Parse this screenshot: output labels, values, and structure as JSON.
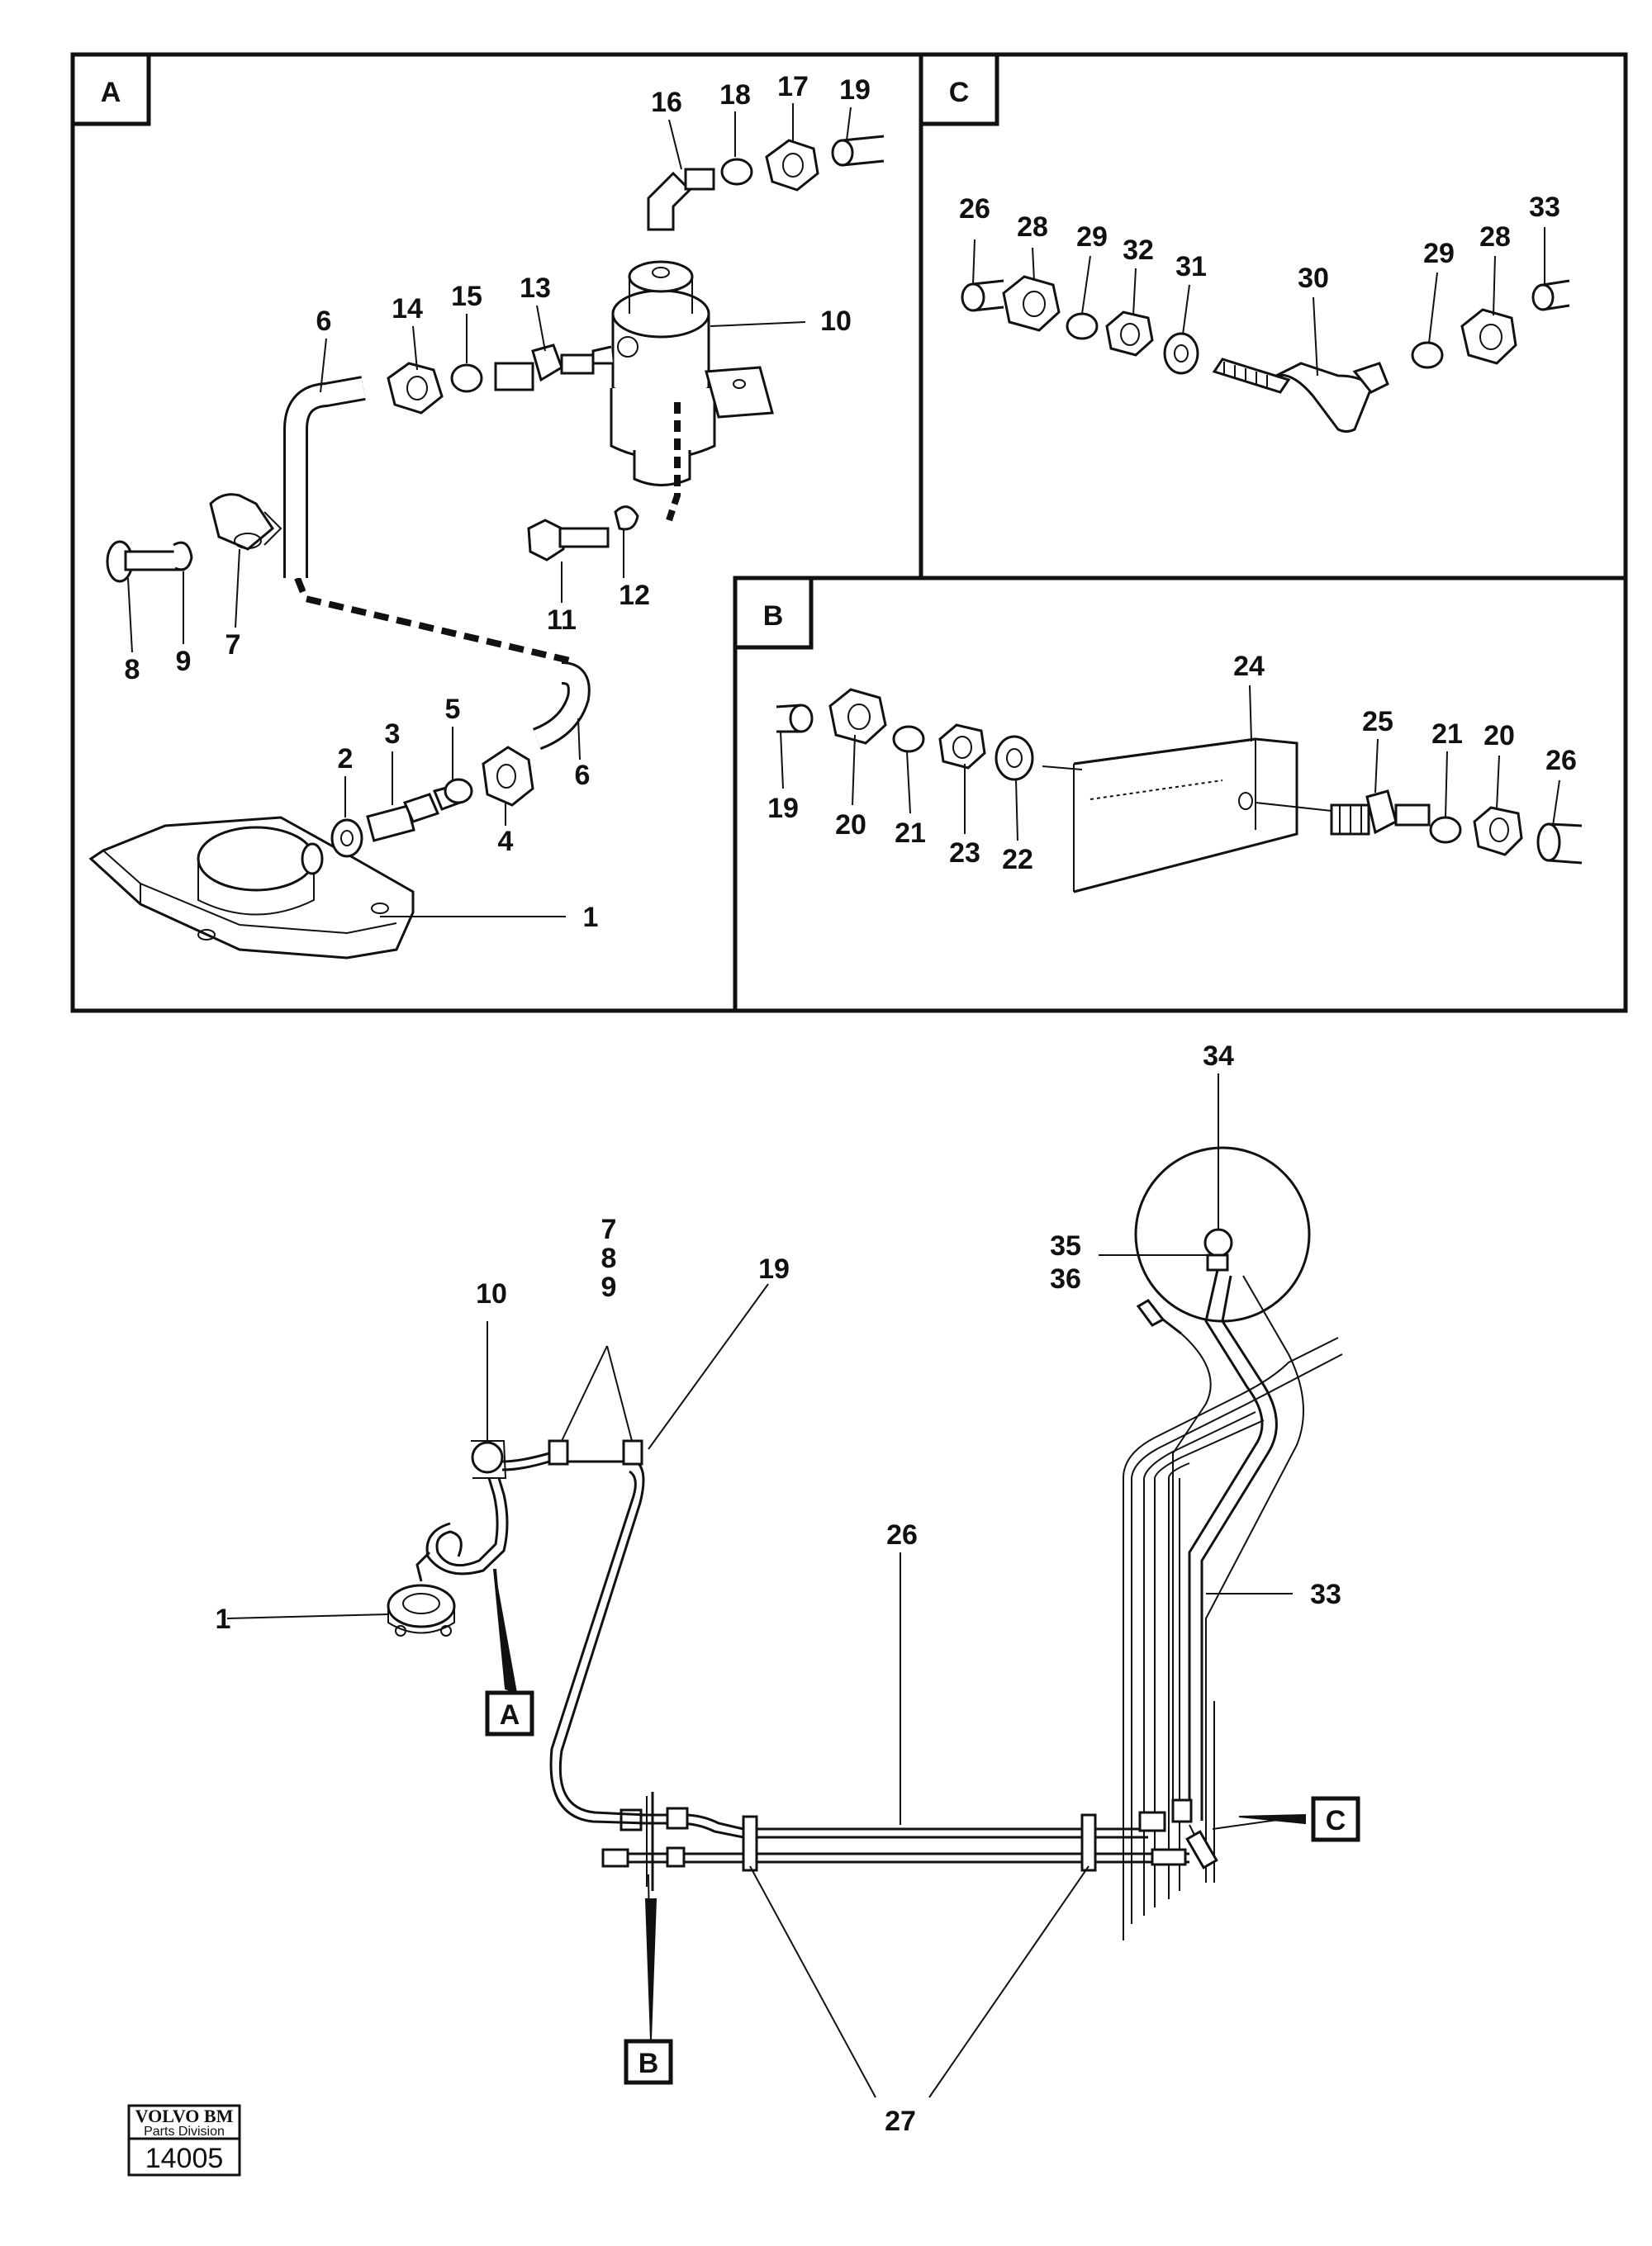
{
  "panels": {
    "a": {
      "letter": "A"
    },
    "b": {
      "letter": "B"
    },
    "c": {
      "letter": "C"
    }
  },
  "callouts": {
    "a": [
      "1",
      "2",
      "3",
      "4",
      "5",
      "6",
      "6",
      "7",
      "8",
      "9",
      "10",
      "11",
      "12",
      "13",
      "14",
      "15",
      "16",
      "17",
      "18",
      "19"
    ],
    "b": [
      "19",
      "20",
      "21",
      "22",
      "23",
      "24",
      "25",
      "21",
      "20",
      "26"
    ],
    "c": [
      "26",
      "28",
      "29",
      "32",
      "31",
      "30",
      "29",
      "28",
      "33"
    ],
    "main": [
      "34",
      "35",
      "36",
      "7",
      "8",
      "9",
      "10",
      "19",
      "26",
      "33",
      "1",
      "27"
    ]
  },
  "section_tags": {
    "a": "A",
    "b": "B",
    "c": "C"
  },
  "logo": {
    "brand": "VOLVO BM",
    "division": "Parts Division",
    "number": "14005"
  }
}
